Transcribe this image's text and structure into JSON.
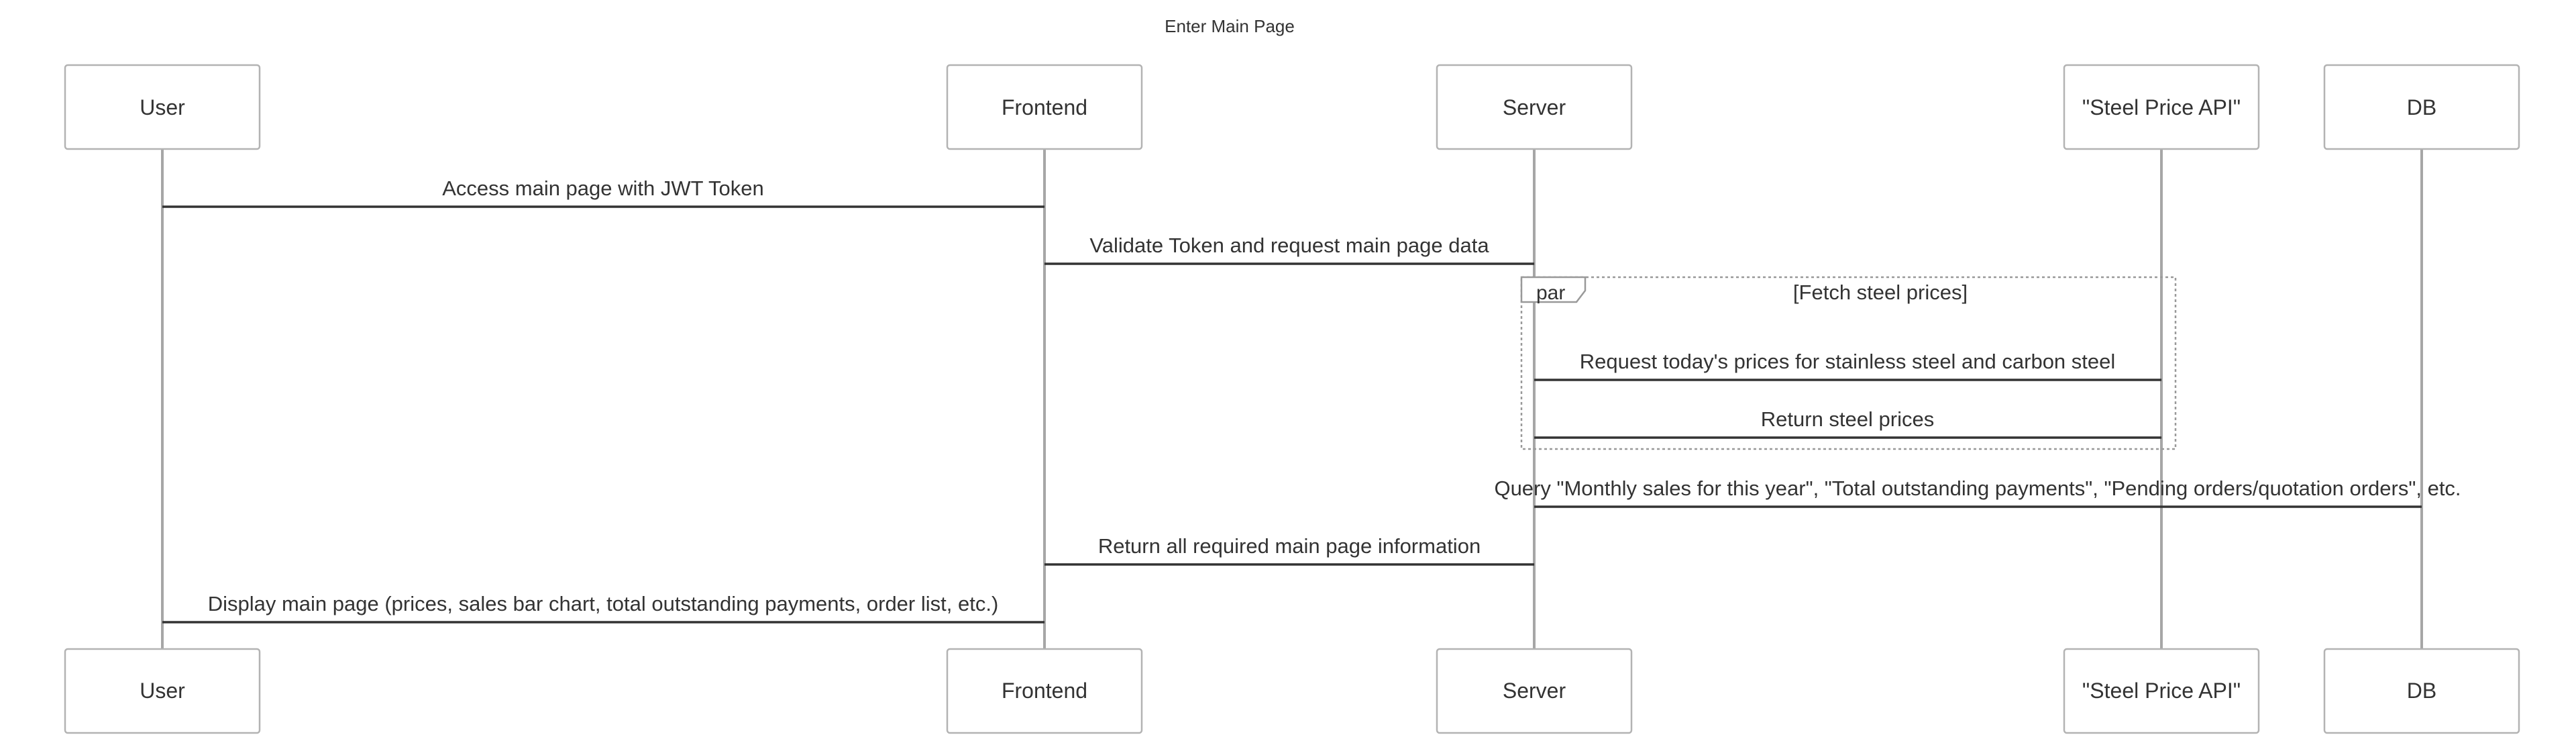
{
  "title": "Enter Main Page",
  "participants": [
    {
      "id": "user",
      "label": "User"
    },
    {
      "id": "frontend",
      "label": "Frontend"
    },
    {
      "id": "server",
      "label": "Server"
    },
    {
      "id": "api",
      "label": "\"Steel Price API\""
    },
    {
      "id": "db",
      "label": "DB"
    }
  ],
  "messages": [
    {
      "id": "m1",
      "from": "frontend",
      "to": "user",
      "text": "Access main page with JWT Token"
    },
    {
      "id": "m2",
      "from": "server",
      "to": "frontend",
      "text": "Validate Token and request main page data"
    },
    {
      "id": "m3",
      "from": "api",
      "to": "server",
      "text": "Request today's prices for stainless steel and carbon steel"
    },
    {
      "id": "m4",
      "from": "api",
      "to": "server",
      "text": "Return steel prices"
    },
    {
      "id": "m5",
      "from": "db",
      "to": "server",
      "text": "Query \"Monthly sales for this year\", \"Total outstanding payments\", \"Pending orders/quotation orders\", etc."
    },
    {
      "id": "m6",
      "from": "server",
      "to": "frontend",
      "text": "Return all required main page information"
    },
    {
      "id": "m7",
      "from": "frontend",
      "to": "user",
      "text": "Display main page (prices, sales bar chart, total outstanding payments, order list, etc.)"
    }
  ],
  "frame": {
    "keyword": "par",
    "guard": "[Fetch steel prices]",
    "messages": [
      "m3",
      "m4"
    ]
  }
}
